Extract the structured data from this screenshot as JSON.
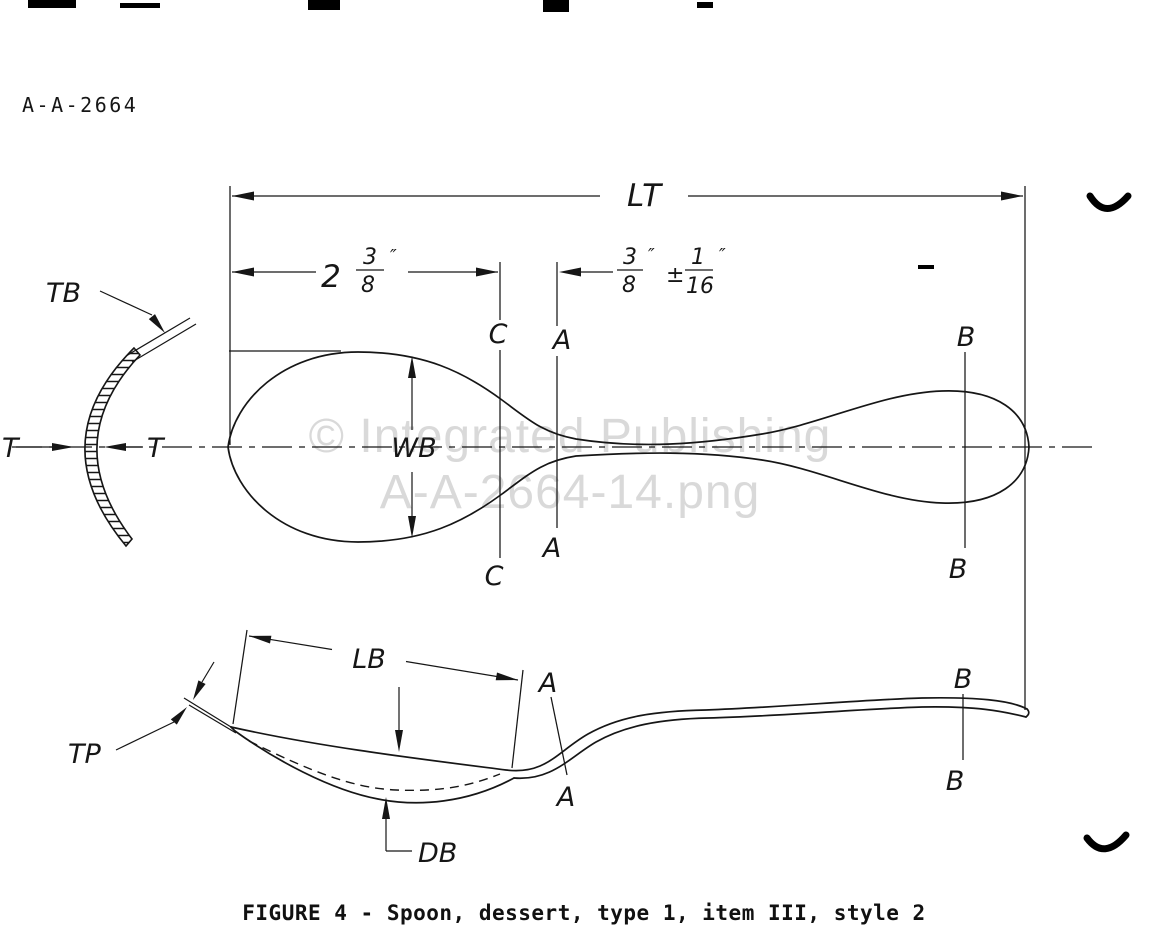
{
  "document": {
    "number": "A-A-2664",
    "figure_caption": "FIGURE 4 - Spoon, dessert, type 1, item III, style 2"
  },
  "watermark": {
    "line1": "© Integrated Publishing",
    "line2": "A-A-2664-14.png"
  },
  "drawing": {
    "subject": "Spoon, dessert, type 1, item III, style 2",
    "views": [
      "bowl end section",
      "top plan view",
      "side elevation view"
    ],
    "labels": {
      "total_length": "LT",
      "bowl_width": "WB",
      "bowl_length": "LB",
      "bowl_depth": "DB",
      "bowl_tip": "TB",
      "tip_profile": "TP",
      "thickness": "T",
      "section_c": "C",
      "section_a": "A",
      "section_b": "B"
    },
    "dimensions": {
      "bowl_length_dim": {
        "whole": "2",
        "numerator": "3",
        "denominator": "8",
        "unit": "″"
      },
      "neck_tolerance_dim": {
        "numerator": "3",
        "denominator": "8",
        "unit": "″",
        "plus_minus": "±",
        "tolerance_numerator": "1",
        "tolerance_denominator": "16",
        "tolerance_unit": "″"
      }
    }
  }
}
